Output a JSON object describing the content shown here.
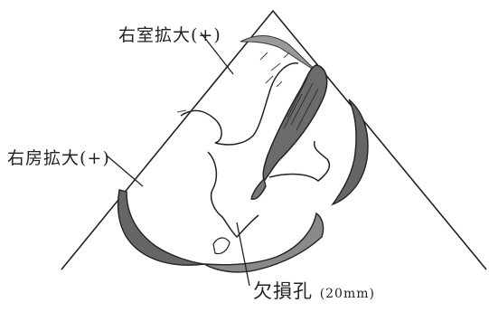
{
  "labels": {
    "right_ventricle": "右室拡大(+)",
    "right_atrium": "右房拡大(+)",
    "defect_main": "欠損孔 ",
    "defect_size": "(20mm)"
  },
  "colors": {
    "ink": "#222222",
    "shading": "#555555",
    "background": "#ffffff"
  }
}
